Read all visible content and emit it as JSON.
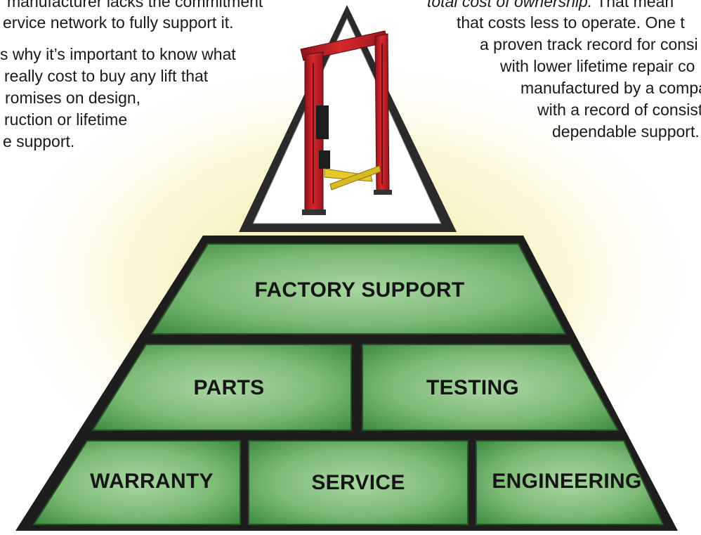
{
  "left_text": {
    "lines": [
      "manufacturer lacks the commitment",
      "ervice network to fully support it.",
      "s why it’s important to know what",
      "really cost to buy any lift that",
      "romises on design,",
      "ruction or lifetime",
      "e support."
    ]
  },
  "right_text": {
    "lines": [
      {
        "italic": "total cost of ownership.",
        "plain": " That mean"
      },
      {
        "italic": "",
        "plain": "that costs less to operate. One t"
      },
      {
        "italic": "",
        "plain": "a proven track record for consi"
      },
      {
        "italic": "",
        "plain": "with lower lifetime repair co"
      },
      {
        "italic": "",
        "plain": "manufactured by a compa"
      },
      {
        "italic": "",
        "plain": "with a record of consist"
      },
      {
        "italic": "",
        "plain": "dependable support."
      }
    ]
  },
  "pyramid": {
    "top": "FACTORY SUPPORT",
    "middle": [
      "PARTS",
      "TESTING"
    ],
    "bottom": [
      "WARRANTY",
      "SERVICE",
      "ENGINEERING"
    ]
  },
  "illustration": {
    "name": "two-post-vehicle-lift"
  },
  "colors": {
    "brick_green": "#3d8f40",
    "brick_light": "#b6dcb0",
    "glow": "#f6eda0",
    "lift_red": "#c21f24",
    "lift_arm_yellow": "#e7c92c"
  }
}
